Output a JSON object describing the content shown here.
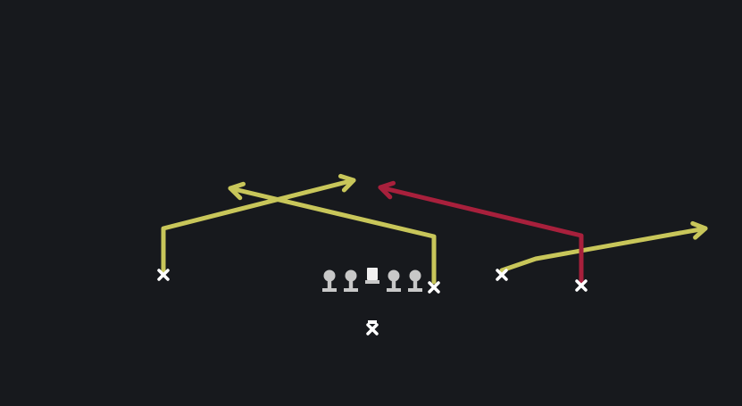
{
  "play_diagram": {
    "background_color": "#17191d",
    "route_colors": {
      "primary": "#c8c65a",
      "highlight": "#a8203c"
    },
    "player_color": "#ffffff",
    "lineman_color": "#c8c8c8",
    "players": [
      {
        "id": "left-wide-receiver",
        "symbol": "x-icon"
      },
      {
        "id": "left-tight-end",
        "symbol": "x-icon"
      },
      {
        "id": "quarterback",
        "symbol": "x-icon"
      },
      {
        "id": "slot-receiver",
        "symbol": "x-icon"
      },
      {
        "id": "right-wide-receiver",
        "symbol": "x-icon"
      }
    ],
    "linemen": [
      {
        "id": "left-tackle",
        "symbol": "blocker-icon"
      },
      {
        "id": "left-guard",
        "symbol": "blocker-icon"
      },
      {
        "id": "center",
        "symbol": "center-icon"
      },
      {
        "id": "right-guard",
        "symbol": "blocker-icon"
      },
      {
        "id": "right-tackle",
        "symbol": "blocker-icon"
      }
    ],
    "routes": [
      {
        "from": "left-wide-receiver",
        "color_key": "primary",
        "arrow": true
      },
      {
        "from": "left-tight-end",
        "color_key": "primary",
        "arrow": true
      },
      {
        "from": "slot-receiver",
        "color_key": "primary",
        "arrow": true
      },
      {
        "from": "right-wide-receiver",
        "color_key": "highlight",
        "arrow": true
      }
    ]
  }
}
